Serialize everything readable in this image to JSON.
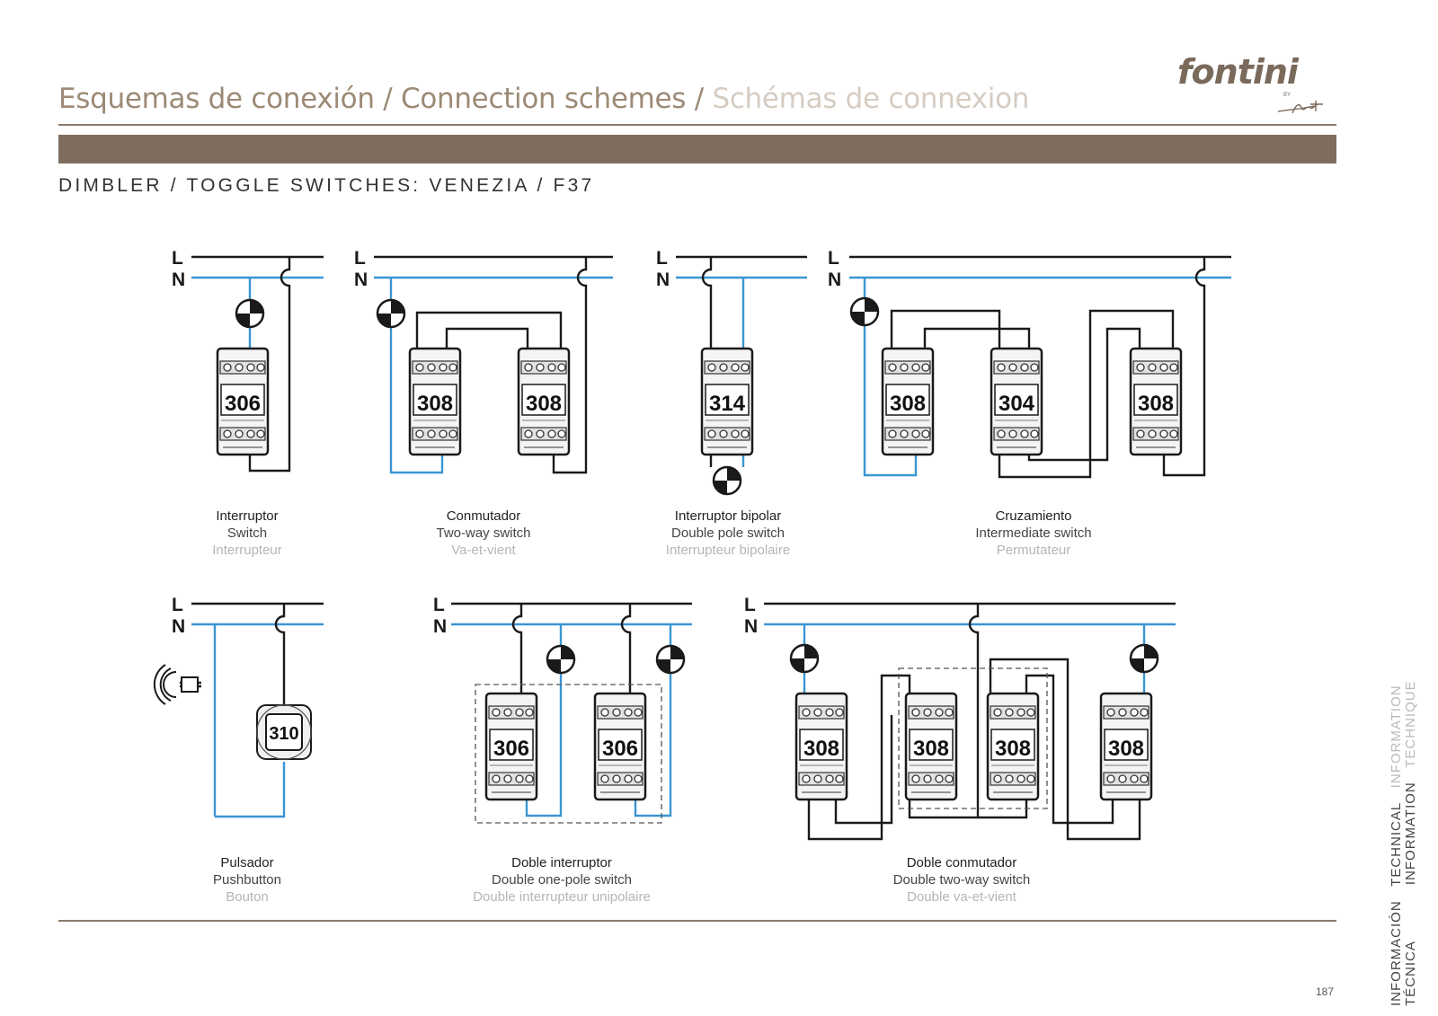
{
  "header": {
    "title_es": "Esquemas de conexión",
    "title_sep": " / ",
    "title_en": "Connection schemes",
    "title_fr": "Schémas de connexion",
    "subtitle": "DIMBLER / TOGGLE SWITCHES: VENEZIA / F37",
    "brand": "fontini",
    "brand_by": "BY"
  },
  "wires": {
    "line_label": "L",
    "neutral_label": "N",
    "line_color": "#1a1a1a",
    "neutral_color": "#3a96d2"
  },
  "modules": {
    "m306": "306",
    "m308": "308",
    "m314": "314",
    "m304": "304",
    "m310": "310"
  },
  "schemes": [
    {
      "es": "Interruptor",
      "en": "Switch",
      "fr": "Interrupteur"
    },
    {
      "es": "Conmutador",
      "en": "Two-way switch",
      "fr": "Va-et-vient"
    },
    {
      "es": "Interruptor bipolar",
      "en": "Double pole switch",
      "fr": "Interrupteur bipolaire"
    },
    {
      "es": "Cruzamiento",
      "en": "Intermediate switch",
      "fr": "Permutateur"
    },
    {
      "es": "Pulsador",
      "en": "Pushbutton",
      "fr": "Bouton"
    },
    {
      "es": "Doble interruptor",
      "en": "Double one-pole switch",
      "fr": "Double interrupteur unipolaire"
    },
    {
      "es": "Doble conmutador",
      "en": "Double two-way switch",
      "fr": "Double va-et-vient"
    }
  ],
  "sidebar": {
    "line1_dark": "INFORMACIÓN",
    "line1_mid": "TECHNICAL",
    "line1_light": "INFORMATION",
    "line2_dark": "TÉCNICA",
    "line2_mid": "INFORMATION",
    "line2_light": "TECHNIQUE"
  },
  "page_number": "187"
}
